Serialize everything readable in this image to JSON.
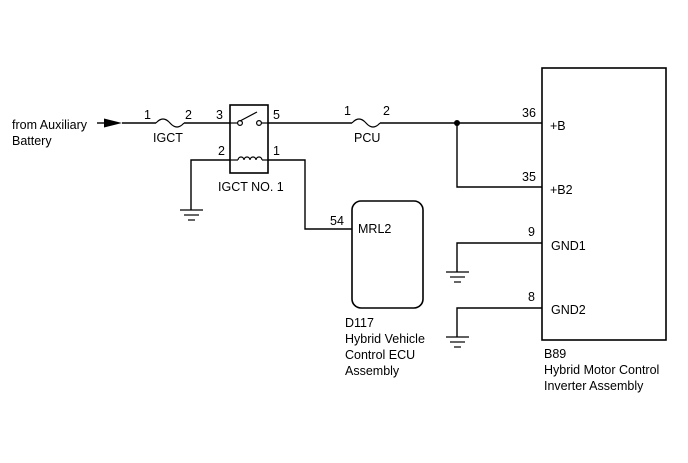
{
  "source": {
    "line1": "from Auxiliary",
    "line2": "Battery"
  },
  "fuses": {
    "igct": {
      "label": "IGCT",
      "pin_in": "1",
      "pin_out": "2"
    },
    "pcu": {
      "label": "PCU",
      "pin_in": "1",
      "pin_out": "2"
    }
  },
  "relay": {
    "label": "IGCT NO. 1",
    "pin_3": "3",
    "pin_5": "5",
    "pin_2": "2",
    "pin_1": "1"
  },
  "ecu": {
    "code": "D117",
    "name_line1": "Hybrid Vehicle",
    "name_line2": "Control ECU",
    "name_line3": "Assembly",
    "terminal": "MRL2",
    "pin": "54"
  },
  "inverter": {
    "code": "B89",
    "name_line1": "Hybrid Motor Control",
    "name_line2": "Inverter Assembly",
    "terminals": [
      {
        "name": "+B",
        "pin": "36"
      },
      {
        "name": "+B2",
        "pin": "35"
      },
      {
        "name": "GND1",
        "pin": "9"
      },
      {
        "name": "GND2",
        "pin": "8"
      }
    ]
  }
}
